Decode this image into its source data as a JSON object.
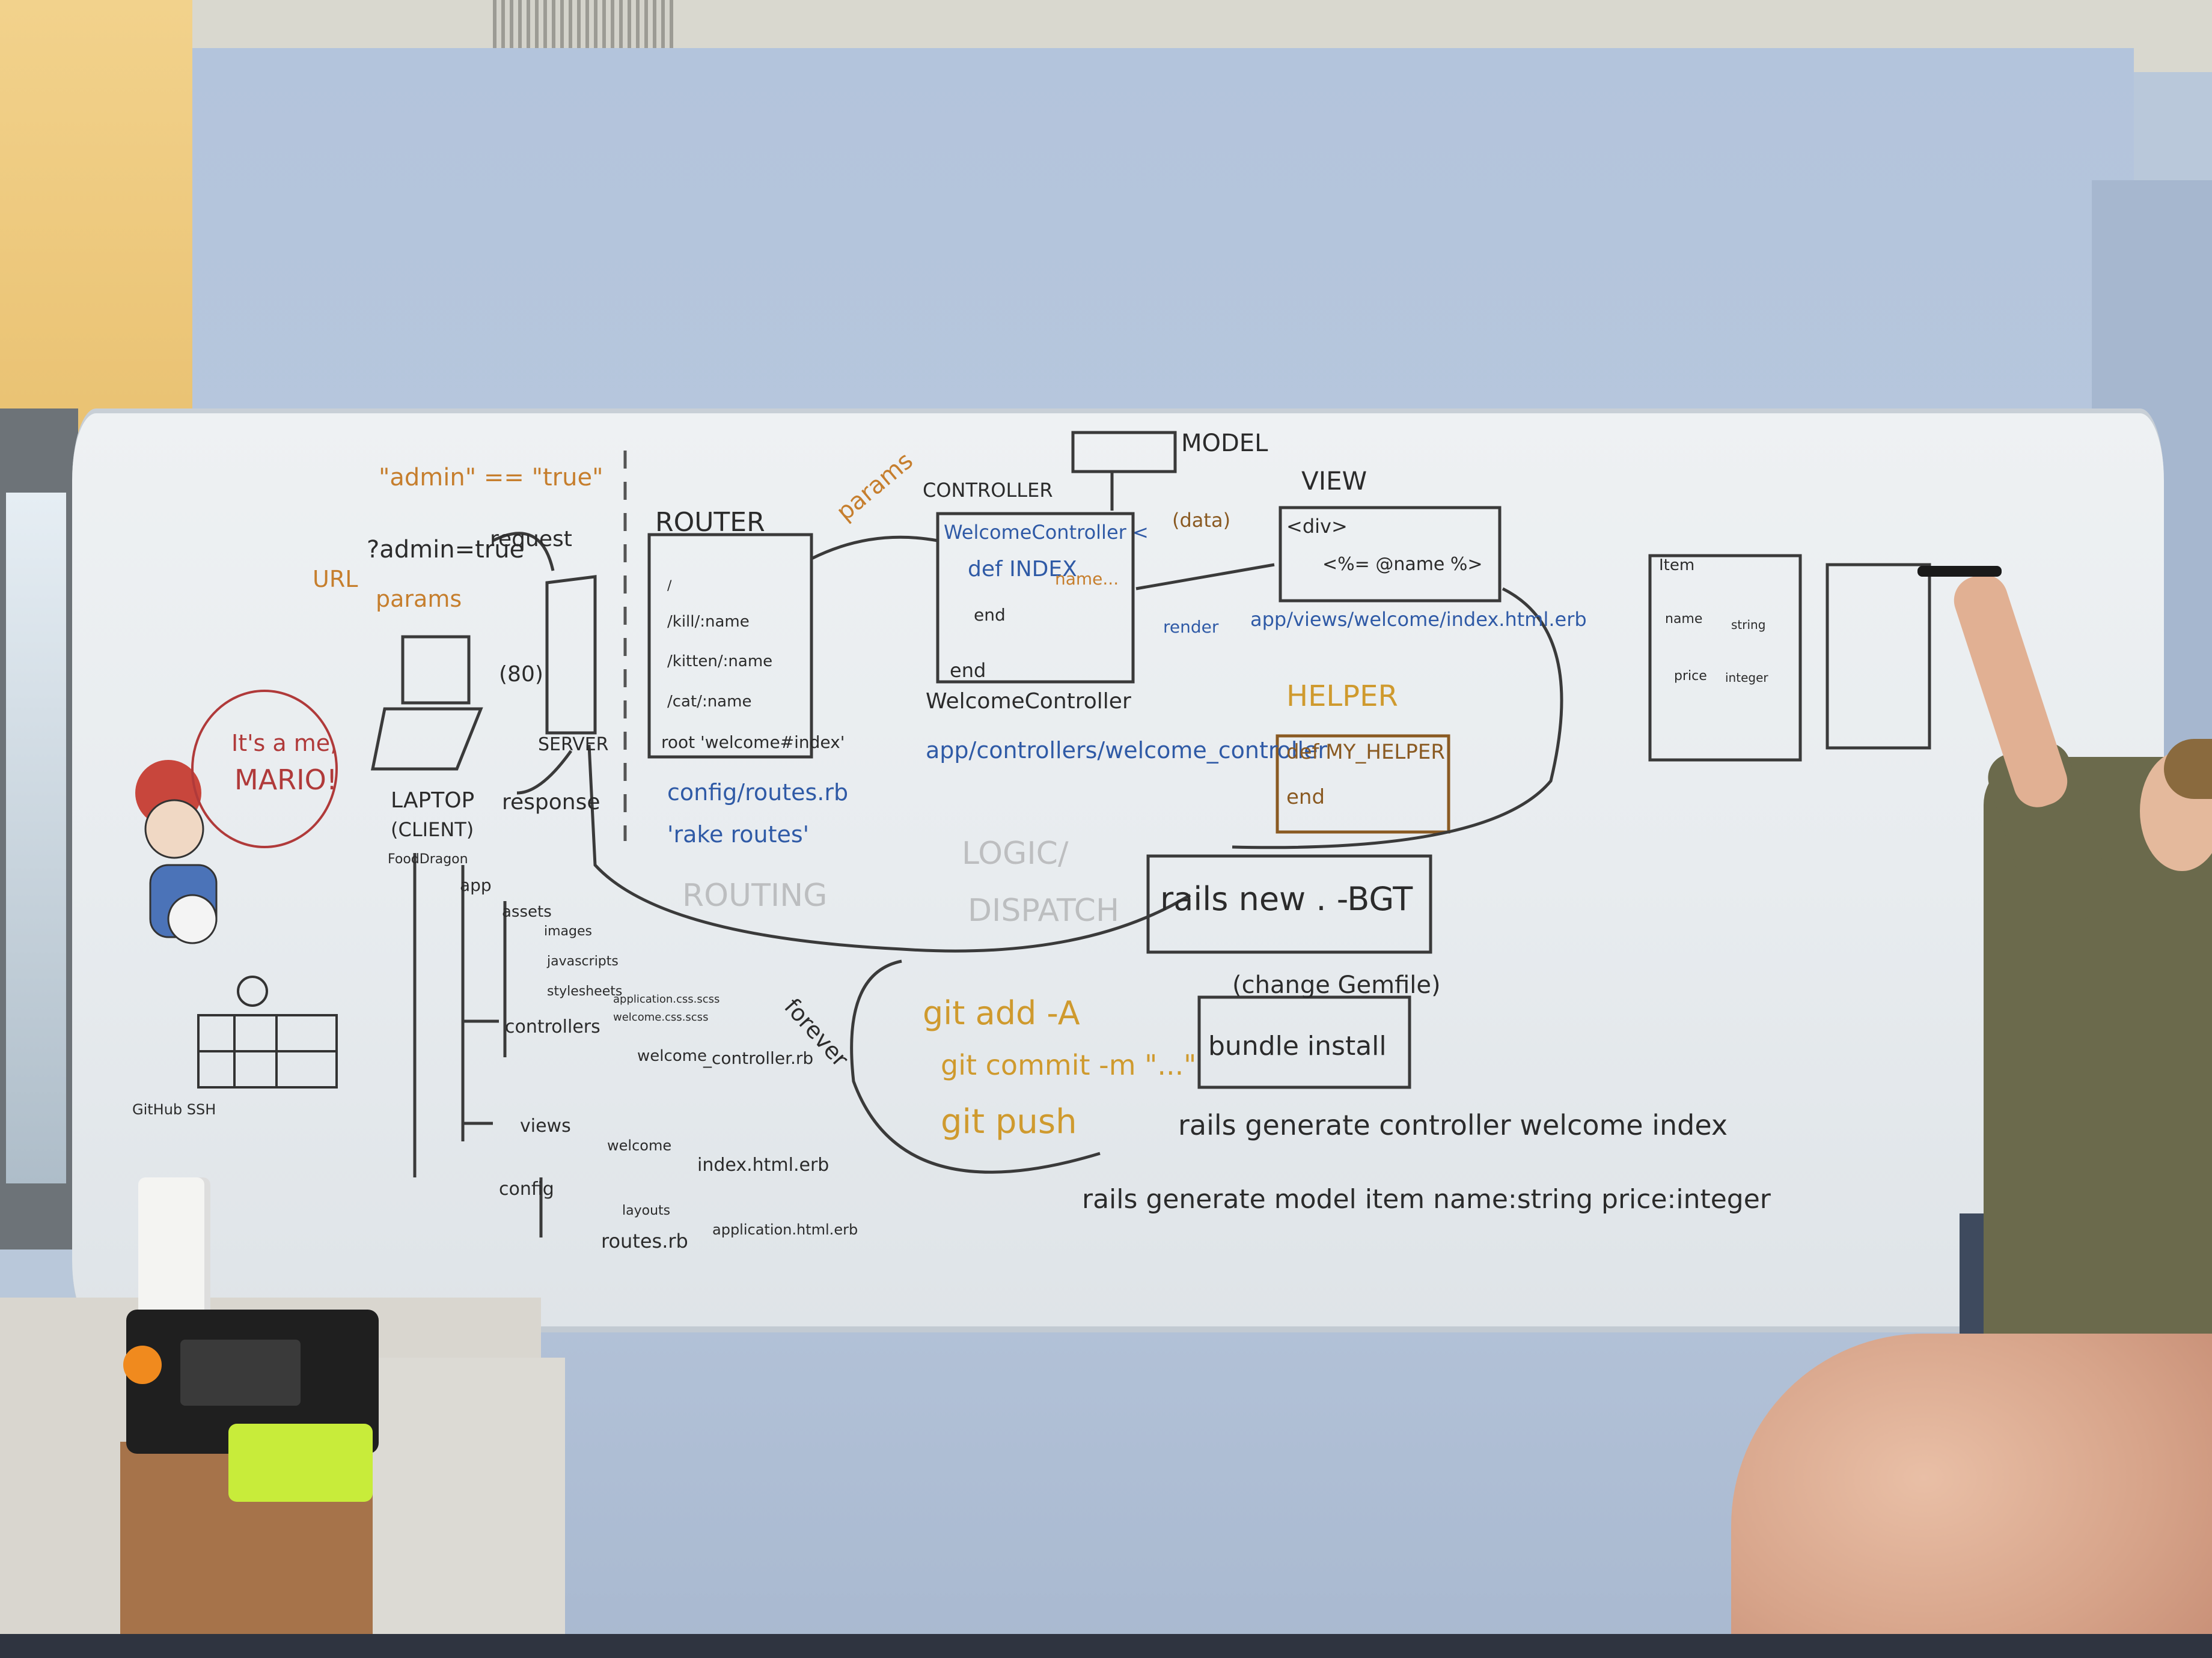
{
  "whiteboard": {
    "top_left": {
      "admin_check": "\"admin\" == \"true\"",
      "url": "URL",
      "url_query": "?admin=true",
      "params": "params",
      "request": "request",
      "response": "response",
      "port": "(80)",
      "server": "SERVER",
      "laptop": "LAPTOP",
      "client": "(CLIENT)"
    },
    "mario": {
      "speech": "It's a me,",
      "name": "MARIO!"
    },
    "router": {
      "title": "ROUTER",
      "route_root": "root 'welcome#index'",
      "route_kill": "/kill/:name",
      "route_kitten": "/kitten/:name",
      "route_cat": "/cat/:name",
      "config_file": "config/routes.rb",
      "rake": "'rake routes'",
      "params_label": "params"
    },
    "controller": {
      "title": "CONTROLLER",
      "class_line": "WelcomeController <",
      "def_line": "def INDEX",
      "name_line": "name...",
      "end_inner": "end",
      "end_outer": "end",
      "caption": "WelcomeController",
      "path": "app/controllers/welcome_controller"
    },
    "model": {
      "title": "MODEL"
    },
    "view": {
      "title": "VIEW",
      "div_open": "<div>",
      "erb_line": "<%= @name %>",
      "data": "(data)",
      "render": "render",
      "path": "app/views/welcome/index.html.erb"
    },
    "helper": {
      "title": "HELPER",
      "def_line": "def MY_HELPER",
      "end_line": "end"
    },
    "middle_grey": {
      "logic": "LOGIC/",
      "dispatch": "DISPATCH",
      "routing": "ROUTING"
    },
    "commands": {
      "rails_new": "rails new . -BGT",
      "change_gemfile": "(change Gemfile)",
      "bundle": "bundle install",
      "git_add": "git add -A",
      "git_commit": "git commit -m \"...\"",
      "git_push": "git push",
      "forever": "forever",
      "gen_controller": "rails generate controller welcome index",
      "gen_model": "rails generate model item name:string price:integer"
    },
    "tree": {
      "root": "FoodDragon",
      "app": "app",
      "assets": "assets",
      "images": "images",
      "javascripts": "javascripts",
      "stylesheets": "stylesheets",
      "app_css": "application.css.scss",
      "welcome_css": "welcome.css.scss",
      "controllers": "controllers",
      "welcome_ctrl": "welcome",
      "welcome_ctrl_file": "_controller.rb",
      "views": "views",
      "welcome_view": "welcome",
      "index_file": "index.html.erb",
      "config": "config",
      "layouts": "layouts",
      "app_layout": "application.html.erb",
      "routes": "routes.rb"
    },
    "github": "GitHub SSH",
    "item_table": {
      "title": "Item",
      "row1_col1": "name",
      "row1_col2": "string",
      "row2_col1": "price",
      "row2_col2": "integer"
    }
  }
}
